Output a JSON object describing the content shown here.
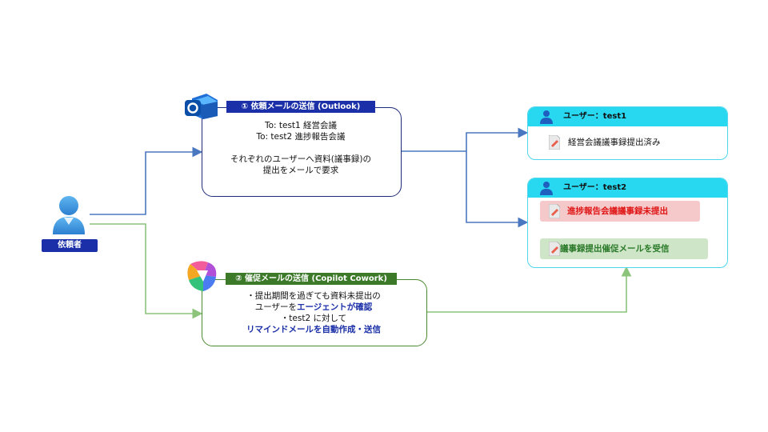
{
  "requester": {
    "label": "依頼者"
  },
  "step1": {
    "header": "① 依頼メールの送信 (Outlook)",
    "lines": [
      "To: test1 経営会議",
      "To: test2 進捗報告会議",
      "",
      "それぞれのユーザーへ資料(議事録)の",
      "提出をメールで要求"
    ]
  },
  "step2": {
    "header": "② 催促メールの送信 (Copilot Cowork)",
    "line1": "・提出期間を過ぎても資料未提出の",
    "line2_pre": "ユーザーを",
    "line2_bold": "エージェントが確認",
    "line3": "・test2 に対して",
    "line4_bold": "リマインドメールを自動作成・送信"
  },
  "user1": {
    "header": "ユーザー：test1",
    "status": "経営会議議事録提出済み"
  },
  "user2": {
    "header": "ユーザー：test2",
    "status_missing": "進捗報告会議議事録未提出",
    "status_reminder": "議事録提出催促メールを受信"
  },
  "icons": {
    "requester": "person-icon",
    "outlook": "outlook-icon",
    "copilot": "copilot-icon",
    "user": "user-icon",
    "document": "document-icon"
  },
  "colors": {
    "blue_flow": "#4a78c0",
    "green_flow": "#8bc47a",
    "label_blue": "#1a2fa8",
    "label_green": "#3c7a2a",
    "card_border": "#4fd6ec",
    "card_header": "#27d8f0",
    "missing": "#e01515",
    "received": "#2a7a2a"
  }
}
